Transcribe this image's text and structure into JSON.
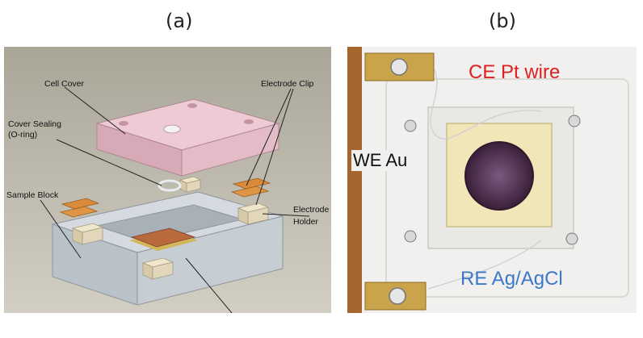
{
  "panels": {
    "a": {
      "label": "(a)"
    },
    "b": {
      "label": "(b)"
    }
  },
  "diagram_a": {
    "callouts": {
      "cell_cover": "Cell Cover",
      "electrode_clip": "Electrode Clip",
      "cover_sealing_1": "Cover Sealing",
      "cover_sealing_2": "(O-ring)",
      "sample_block": "Sample Block",
      "electrode_holder_1": "Electrode",
      "electrode_holder_2": "Holder"
    },
    "colors": {
      "background": "#bdb8ab",
      "cover": "#e4bcc8",
      "block": "#c9d0d5",
      "clip": "#d98a3a",
      "holder": "#e2d7bb",
      "sample": "#b86a3d"
    }
  },
  "photo_b": {
    "labels": {
      "ce": "CE Pt wire",
      "we": "WE Au",
      "re": "RE Ag/AgCl"
    },
    "colors": {
      "ce": "#e02020",
      "we": "#111111",
      "re": "#3c78c8",
      "frame": "#f1f0ee",
      "window": "#f0e6b8",
      "hole": "#4a2a48"
    }
  }
}
